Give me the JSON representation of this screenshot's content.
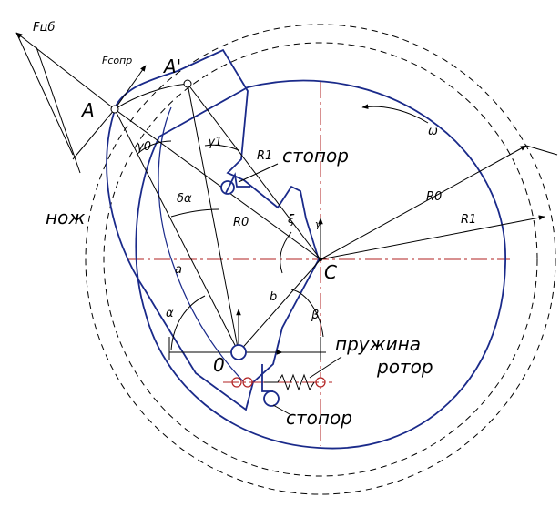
{
  "labels": {
    "A": "A",
    "A_prime": "A'",
    "C": "C",
    "O": "0",
    "F_cb": "Fцб",
    "F_sopr": "Fсопр",
    "nozh": "нож",
    "stopor_top": "стопор",
    "stopor_bottom": "стопор",
    "pruzhina": "пружина",
    "rotor": "ротор",
    "R0_center": "R0",
    "R0_right": "R0",
    "R1_right": "R1",
    "R1_top": "R1",
    "a": "a",
    "b": "b",
    "alpha": "α",
    "delta_alpha": "δα",
    "beta": "β",
    "gamma0": "γ0",
    "gamma1": "γ1",
    "xi": "ξ",
    "omega": "ω",
    "gamma_small": "γ"
  },
  "colors": {
    "outline": "#1a2a8a",
    "construction": "#000000",
    "centerline": "#b22222"
  }
}
